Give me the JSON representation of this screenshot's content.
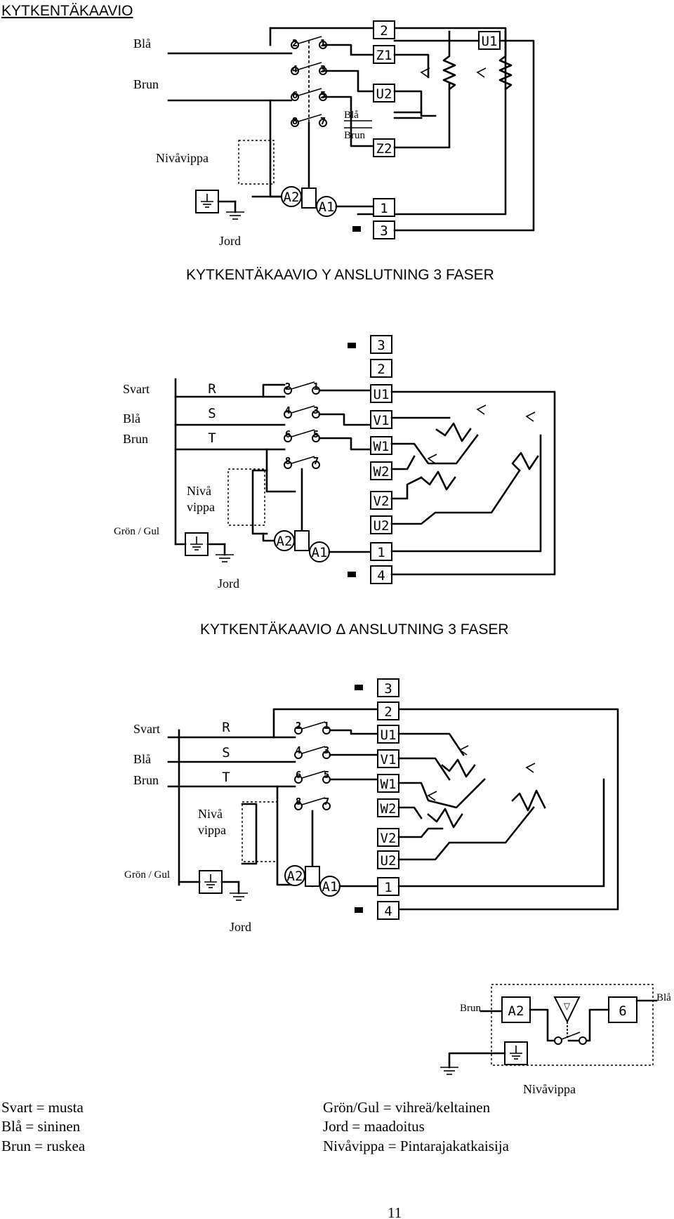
{
  "page_title": "KYTKENTÄKAAVIO",
  "diagram1": {
    "wires": [
      "Blå",
      "Brun"
    ],
    "level_switch": "Nivåvippa",
    "earth": "Jord",
    "coil_terminals": [
      "A2",
      "A1"
    ],
    "contact_numbers": [
      "2",
      "1",
      "4",
      "3",
      "6",
      "5",
      "8",
      "7"
    ],
    "terminals": [
      "2",
      "Z1",
      "U2",
      "Z2",
      "1",
      "3",
      "U1"
    ],
    "motor_wires": [
      "Blå",
      "Brun"
    ]
  },
  "diagram2": {
    "title": "KYTKENTÄKAAVIO Y ANSLUTNING 3 FASER",
    "wires": [
      "Svart",
      "Blå",
      "Brun",
      "Grön / Gul"
    ],
    "phases": [
      "R",
      "S",
      "T"
    ],
    "level_switch": [
      "Nivå",
      "vippa"
    ],
    "earth": "Jord",
    "coil_terminals": [
      "A2",
      "A1"
    ],
    "contact_numbers": [
      "2",
      "1",
      "4",
      "3",
      "6",
      "5",
      "8",
      "7"
    ],
    "terminals": [
      "3",
      "2",
      "U1",
      "V1",
      "W1",
      "W2",
      "V2",
      "U2",
      "1",
      "4"
    ]
  },
  "diagram3": {
    "title": "KYTKENTÄKAAVIO Δ ANSLUTNING 3 FASER",
    "wires": [
      "Svart",
      "Blå",
      "Brun",
      "Grön / Gul"
    ],
    "phases": [
      "R",
      "S",
      "T"
    ],
    "level_switch": [
      "Nivå",
      "vippa"
    ],
    "earth": "Jord",
    "coil_terminals": [
      "A2",
      "A1"
    ],
    "contact_numbers": [
      "2",
      "1",
      "4",
      "3",
      "6",
      "5",
      "8",
      "7"
    ],
    "terminals": [
      "3",
      "2",
      "U1",
      "V1",
      "W1",
      "W2",
      "V2",
      "U2",
      "1",
      "4"
    ]
  },
  "diagram4": {
    "wires": [
      "Brun",
      "Blå"
    ],
    "terminals": [
      "A2",
      "6"
    ],
    "caption": "Nivåvippa"
  },
  "legend": {
    "left": [
      "Svart = musta",
      "Blå = sininen",
      "Brun = ruskea"
    ],
    "right": [
      "Grön/Gul = vihreä/keltainen",
      "Jord = maadoitus",
      "Nivåvippa = Pintarajakatkaisija"
    ]
  },
  "page_number": "11"
}
